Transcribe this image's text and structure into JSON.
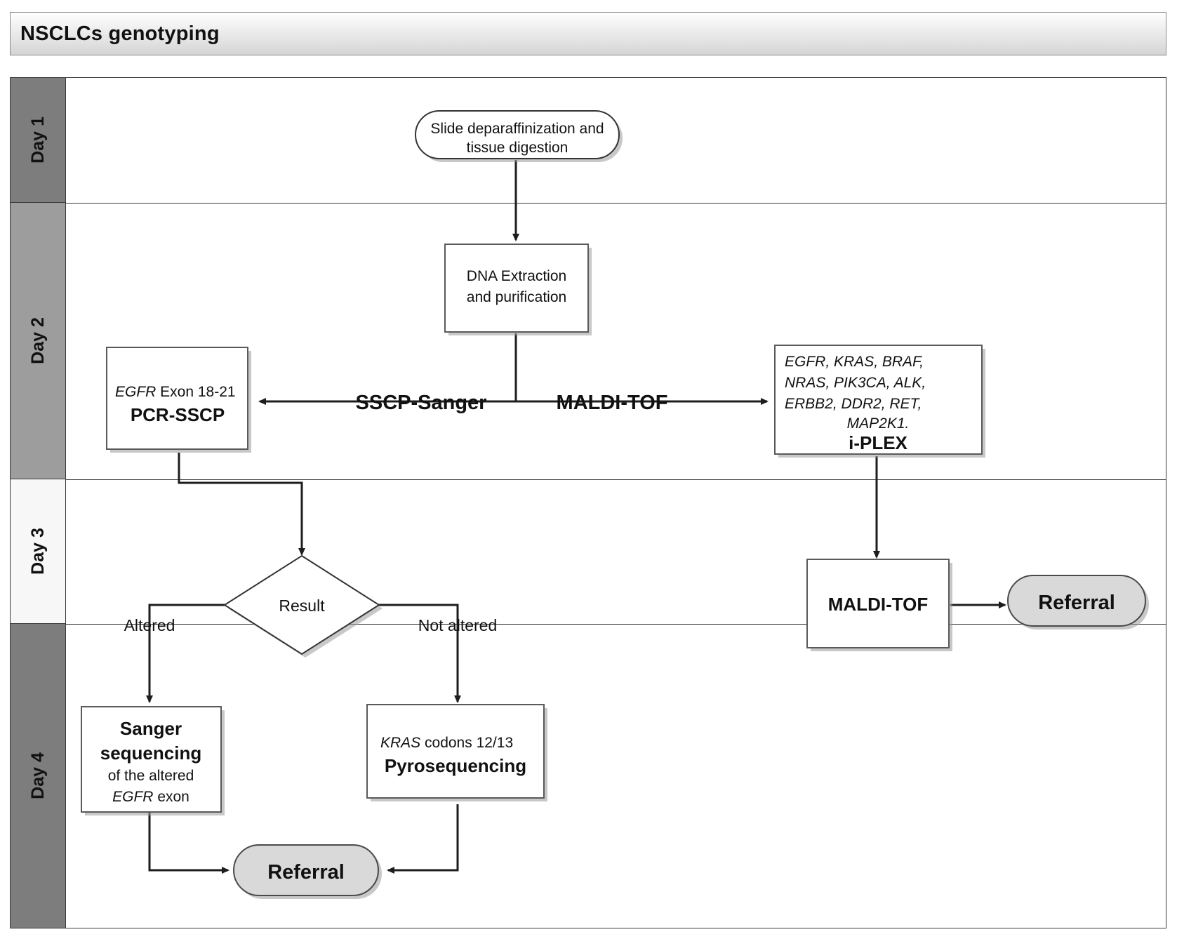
{
  "header": {
    "title": "NSCLCs genotyping"
  },
  "lanes": [
    {
      "id": "day-1",
      "label": "Day 1",
      "color": "#7d7d7d"
    },
    {
      "id": "day-2",
      "label": "Day 2",
      "color": "#9d9d9d"
    },
    {
      "id": "day-3",
      "label": "Day 3",
      "color": "#f7f7f7"
    },
    {
      "id": "day-4",
      "label": "Day 4",
      "color": "#7d7d7d"
    }
  ],
  "nodes": {
    "slide_prep": {
      "shape": "rounded",
      "lines": [
        "Slide deparaffinization and",
        "tissue digestion"
      ]
    },
    "dna_extraction": {
      "shape": "rect",
      "lines": [
        "DNA Extraction",
        "and purification"
      ]
    },
    "pcr_sscp": {
      "shape": "rect",
      "line1_italic": "EGFR",
      "line1_rest": " Exon 18-21",
      "line2_bold": "PCR-SSCP"
    },
    "iplex": {
      "shape": "rect",
      "genes": [
        "EGFR, KRAS, BRAF,",
        "NRAS, PIK3CA, ALK,",
        "ERBB2, DDR2, RET,",
        "MAP2K1."
      ],
      "bold_label": "i-PLEX"
    },
    "result_decision": {
      "shape": "diamond",
      "label": "Result"
    },
    "maldi_tof_run": {
      "shape": "rect",
      "label": "MALDI-TOF"
    },
    "referral_right": {
      "shape": "rounded-filled",
      "label": "Referral"
    },
    "sanger_sequencing": {
      "shape": "rect",
      "line1_bold": "Sanger",
      "line2_bold": "sequencing",
      "line3": "of the altered",
      "line4_italic": "EGFR",
      "line4_rest": " exon"
    },
    "pyrosequencing": {
      "shape": "rect",
      "line1_italic": "KRAS",
      "line1_rest": " codons 12/13",
      "line2_bold": "Pyrosequencing"
    },
    "referral_bottom": {
      "shape": "rounded-filled",
      "label": "Referral"
    }
  },
  "edge_labels": {
    "sscp_sanger": "SSCP-Sanger",
    "maldi_tof": "MALDI-TOF",
    "altered": "Altered",
    "not_altered": "Not altered"
  }
}
